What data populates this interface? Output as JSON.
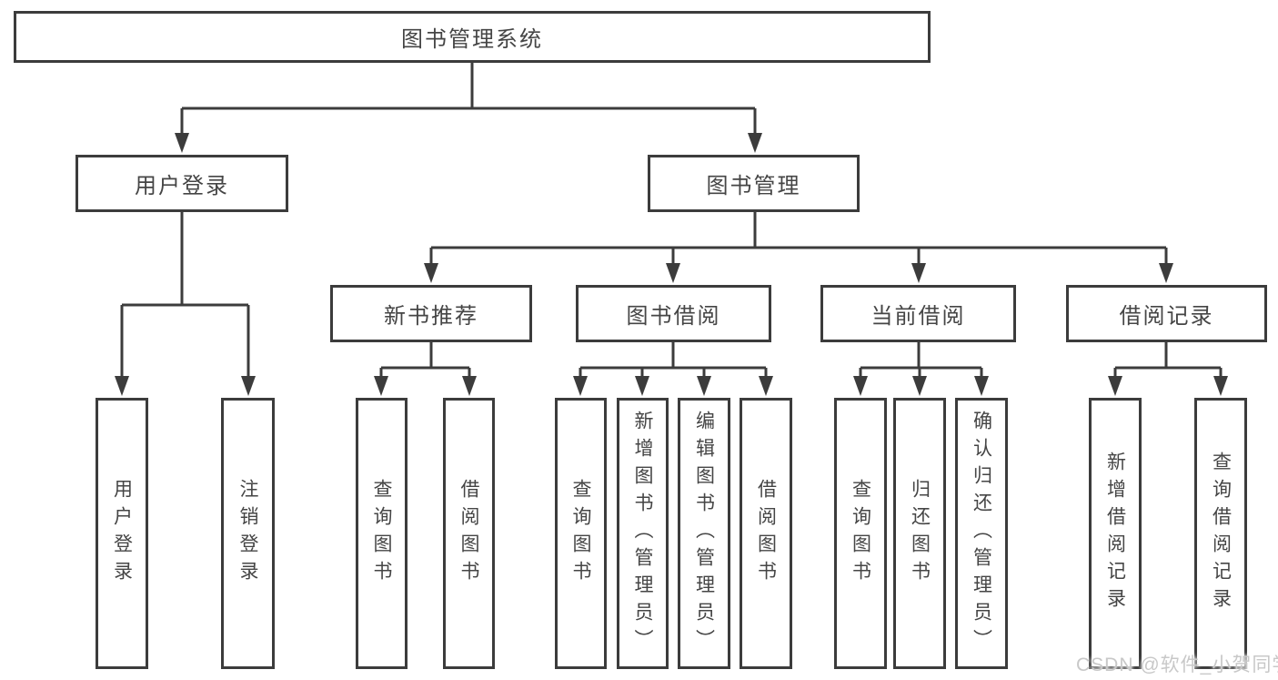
{
  "diagram": {
    "root": {
      "label": "图书管理系统"
    },
    "branches": [
      {
        "label": "用户登录",
        "children": [
          {
            "label": "用户登录"
          },
          {
            "label": "注销登录"
          }
        ]
      },
      {
        "label": "图书管理",
        "sections": [
          {
            "label": "新书推荐",
            "children": [
              {
                "label": "查询图书"
              },
              {
                "label": "借阅图书"
              }
            ]
          },
          {
            "label": "图书借阅",
            "children": [
              {
                "label": "查询图书"
              },
              {
                "label": "新增图书（管理员）"
              },
              {
                "label": "编辑图书（管理员）"
              },
              {
                "label": "借阅图书"
              }
            ]
          },
          {
            "label": "当前借阅",
            "children": [
              {
                "label": "查询图书"
              },
              {
                "label": "归还图书"
              },
              {
                "label": "确认归还（管理员）"
              }
            ]
          },
          {
            "label": "借阅记录",
            "children": [
              {
                "label": "新增借阅记录"
              },
              {
                "label": "查询借阅记录"
              }
            ]
          }
        ]
      }
    ]
  },
  "watermark": {
    "text": "CSDN @软件_小贺同学",
    "color": "#c8c8c8"
  },
  "colors": {
    "line": "#3c3c3c",
    "box_border": "#3c3c3c",
    "text": "#454545",
    "background": "#ffffff"
  }
}
